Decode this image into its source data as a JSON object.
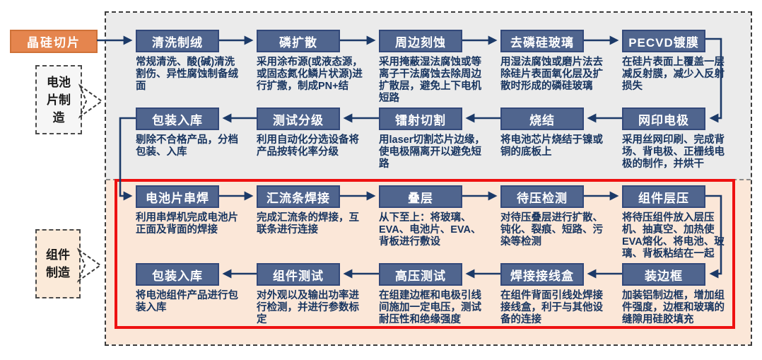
{
  "palette": {
    "navy": "#1c3a68",
    "box_blue": "#50658e",
    "box_border": "#33497a",
    "desc_navy": "#17345f",
    "orange": "#e5854e",
    "orange_border": "#cf7238",
    "red": "#ee1111",
    "gray_bg": "#ebebeb",
    "peach_bg": "#fbe7d8"
  },
  "source_box": {
    "label": "晶硅切片"
  },
  "side_labels": {
    "cell": {
      "label": "电池片制造",
      "display": "电池\n片制\n造"
    },
    "module": {
      "label": "组件制造",
      "display": "组件\n制造"
    }
  },
  "cell_section": {
    "name": "电池片制造",
    "rows": [
      [
        {
          "title": "清洗制绒",
          "desc": "常规清洗、酸(碱)清洗割伤、异性腐蚀制备绒面"
        },
        {
          "title": "磷扩散",
          "desc": "采用涂布源(或液态源，或固态氮化鳞片状源)进行扩撒，制成PN+结"
        },
        {
          "title": "周边刻蚀",
          "desc": "采用掩蔽湿法腐蚀或等离子干法腐蚀去除周边扩散层，避免上下电机短路"
        },
        {
          "title": "去磷硅玻璃",
          "desc": "用湿法腐蚀或磨片法去除硅片表面氧化层及扩散时形成的磷硅玻璃"
        },
        {
          "title": "PECVD镀膜",
          "desc": "在硅片表面上覆盖一层减反射膜，减少入反射损失"
        }
      ],
      [
        {
          "title": "包装入库",
          "desc": "剔除不合格产品，分档包装、入库"
        },
        {
          "title": "测试分级",
          "desc": "利用自动化分选设备将产品按转化率分级"
        },
        {
          "title": "镭射切割",
          "desc": "用laser切割芯片边缘，使电极隔离开以避免短路"
        },
        {
          "title": "烧结",
          "desc": "将电池芯片烧结于镍或铜的底板上"
        },
        {
          "title": "网印电极",
          "desc": "采用丝网印刷、完成背场、背电极、正栅线电极的制作，并烘干"
        }
      ]
    ]
  },
  "module_section": {
    "name": "组件制造",
    "rows": [
      [
        {
          "title": "电池片串焊",
          "desc": "利用串焊机完成电池片正面及背面的焊接"
        },
        {
          "title": "汇流条焊接",
          "desc": "完成汇流条的焊接，互联条进行连接"
        },
        {
          "title": "叠层",
          "desc": "从下至上：将玻璃、EVA、电池片、EVA、背板进行敷设"
        },
        {
          "title": "待压检测",
          "desc": "对待压叠层进行扩散、钝化、裂痕、短路、污染等检测"
        },
        {
          "title": "组件层压",
          "desc": "将待压组件放入层压机、抽真空、加热使EVA熔化、将电池、玻璃、背板粘结在一起"
        }
      ],
      [
        {
          "title": "包装入库",
          "desc": "将电池组件产品进行包装入库"
        },
        {
          "title": "组件测试",
          "desc": "对外观以及输出功率进行检测，并进行参数标定"
        },
        {
          "title": "高压测试",
          "desc": "在组建边框和电极引线间施加一定电压，测试耐压性和绝缘强度"
        },
        {
          "title": "焊接接线盒",
          "desc": "在组件背面引线处焊接接线盒，利于与其他设备的连接"
        },
        {
          "title": "装边框",
          "desc": "加装铝制边框，增加组件强度，边框和玻璃的缝隙用硅胶填充"
        }
      ]
    ]
  }
}
